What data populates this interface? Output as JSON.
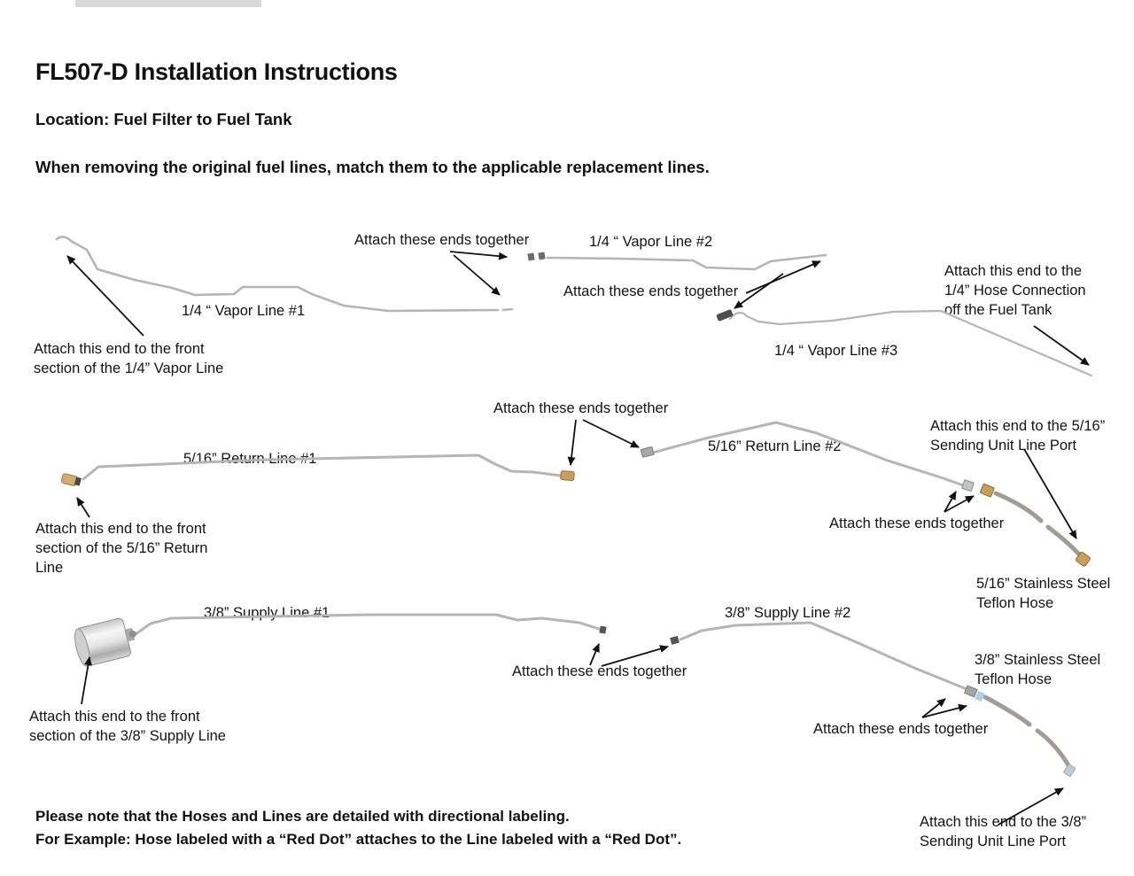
{
  "colors": {
    "text": "#111111",
    "tube_gray": "#b5b5b5",
    "hose_gray": "#a29d92",
    "brass": "#c79f5f",
    "filter_silver": "#d9d9d9",
    "hose_band_blue": "#aecfe4"
  },
  "header": {
    "title": "FL507-D Installation Instructions",
    "location": "Location: Fuel Filter to Fuel Tank",
    "intro": "When removing the original fuel lines, match them to the applicable replacement lines."
  },
  "vapor_section": {
    "line1_label": "1/4 “ Vapor Line #1",
    "line2_label": "1/4 “ Vapor Line #2",
    "line3_label": "1/4 “ Vapor Line #3",
    "attach_ends_a": "Attach these ends together",
    "attach_ends_b": "Attach these ends together",
    "front_callout": "Attach this end  to the front\nsection of the 1/4” Vapor Line",
    "tank_callout": "Attach this end to the\n1/4” Hose Connection\noff the Fuel Tank"
  },
  "return_section": {
    "line1_label": "5/16” Return Line #1",
    "line2_label": "5/16” Return Line #2",
    "attach_ends_a": "Attach these ends together",
    "attach_ends_b": "Attach these ends together",
    "front_callout": "Attach this end to the front\nsection of the 5/16” Return\nLine",
    "port_callout": "Attach this end to the 5/16”\nSending Unit Line Port",
    "hose_label": "5/16” Stainless Steel\nTeflon Hose"
  },
  "supply_section": {
    "line1_label": "3/8” Supply Line #1",
    "line2_label": "3/8” Supply Line #2",
    "attach_ends_a": "Attach these ends together",
    "attach_ends_b": "Attach these ends together",
    "front_callout": "Attach this end to the front\nsection of the 3/8” Supply Line",
    "port_callout": "Attach this end to the 3/8”\nSending Unit Line Port",
    "hose_label": "3/8” Stainless Steel\nTeflon Hose"
  },
  "footer": {
    "note1": "Please note that the Hoses and Lines are detailed with directional labeling.",
    "note2": "For Example: Hose labeled with a “Red Dot” attaches to the Line labeled with a “Red Dot”."
  }
}
